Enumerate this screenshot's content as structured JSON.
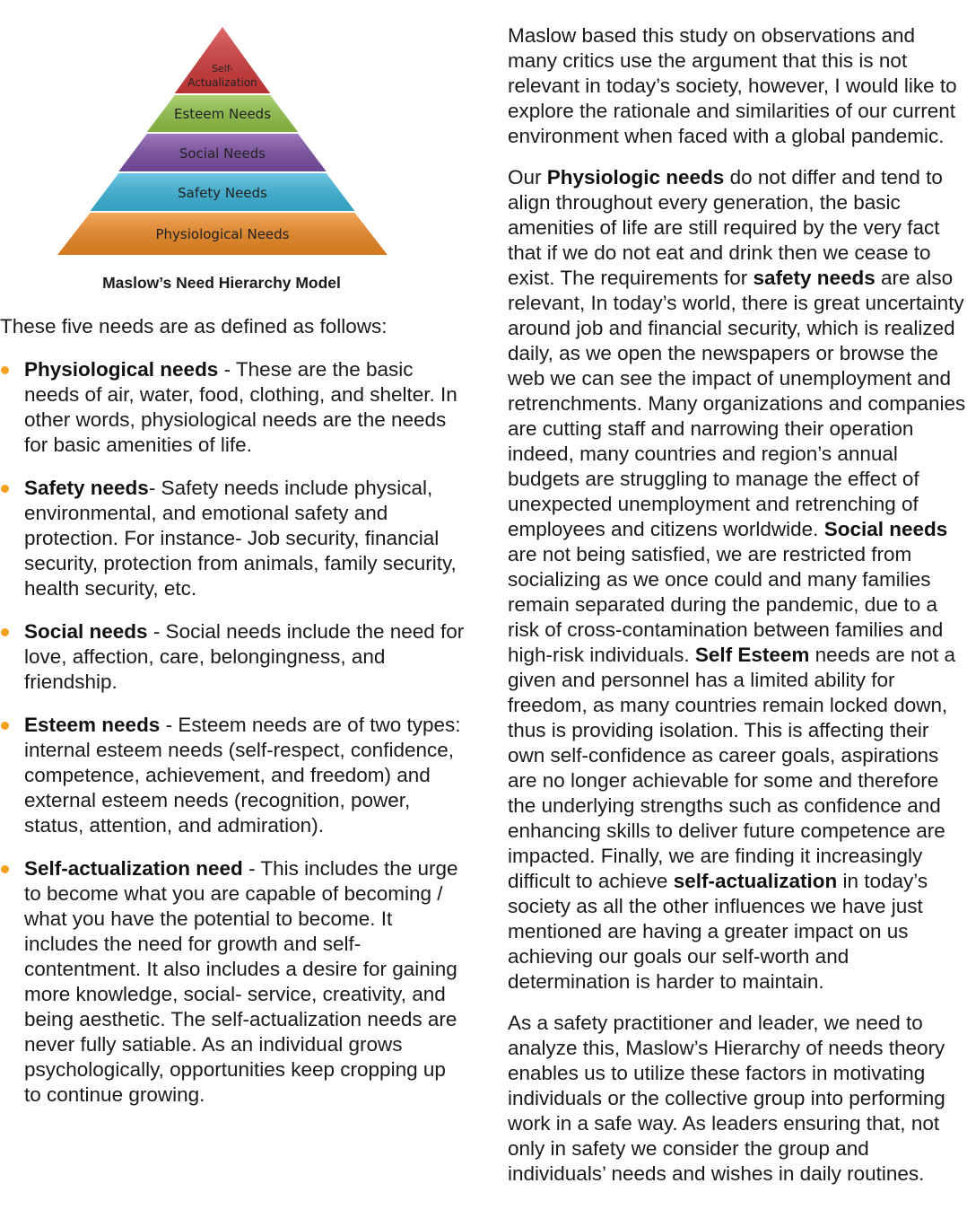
{
  "figure": {
    "caption": "Maslow’s Need Hierarchy Model",
    "pyramid": {
      "levels": [
        {
          "label_line1": "Self-",
          "label_line2": "Actualization",
          "color": "#d23a3a"
        },
        {
          "label": "Esteem Needs",
          "color": "#93c548"
        },
        {
          "label": "Social Needs",
          "color": "#7c4fa6"
        },
        {
          "label": "Safety Needs",
          "color": "#3bb6dc"
        },
        {
          "label": "Physiological Needs",
          "color": "#f08a23"
        }
      ]
    }
  },
  "left": {
    "intro": "These five needs are as defined as follows:",
    "bullet_color": "#f5a01e",
    "items": [
      {
        "term": "Physiological needs",
        "text": " - These are the basic needs of air, water, food, clothing, and shelter. In other words, physiological needs are the needs for basic amenities of life."
      },
      {
        "term": "Safety needs",
        "text": "- Safety needs include physical, environmental, and emotional safety and protection. For instance- Job security, financial security, protection from animals, family security, health security, etc."
      },
      {
        "term": "Social needs",
        "text": " - Social needs include the need for love, affection, care, belongingness, and friendship."
      },
      {
        "term": "Esteem needs",
        "text": " - Esteem needs are of two types: internal esteem needs (self-respect, confidence, competence, achievement, and freedom) and external esteem needs (recognition, power, status, attention, and admiration)."
      },
      {
        "term": "Self-actualization need",
        "text": " - This includes the urge to become what you are capable of becoming / what you have the potential to become. It includes the need for growth and self-contentment. It also includes a desire for gaining more knowledge, social- service, creativity, and being aesthetic. The self-actualization needs are never fully satiable. As an individual grows psychologically, opportunities keep cropping up to continue growing."
      }
    ]
  },
  "right": {
    "p1": "Maslow based this study on observations and many critics use the argument that this is not relevant in today’s society, however, I would like to explore the rationale and similarities of our current environment when faced with a global pandemic.",
    "p2": {
      "s1": "Our ",
      "b1": "Physiologic needs",
      "s2": " do not differ and tend to align throughout every generation, the basic amenities of life are still required by the very fact that if we do not eat and drink then we cease to exist. The requirements for ",
      "b2": "safety needs",
      "s3": " are also relevant, In today’s world, there is great uncertainty around job and financial security, which is realized daily, as we open the newspapers or browse the web we can see the impact of unemployment and retrenchments. Many organizations and companies are cutting staff and narrowing their operation indeed, many countries and region’s annual budgets are struggling to manage the effect of unexpected unemployment and retrenching of employees and citizens worldwide. ",
      "b3": "Social needs",
      "s4": " are not being satisfied, we are restricted from socializing as we once could and many families remain separated during the pandemic, due to a risk of cross-contamination between families and high-risk individuals. ",
      "b4": "Self Esteem",
      "s5": " needs are not a given and personnel has a limited ability for freedom, as many countries remain locked down, thus is providing isolation. This is affecting their own self-confidence as career goals, aspirations are no longer achievable for some and therefore the underlying strengths such as confidence and enhancing skills to deliver future competence are impacted. Finally, we are finding it increasingly difficult to achieve ",
      "b5": "self-actualization",
      "s6": " in today’s society as all the other influences we have just mentioned are having a greater impact on us achieving our goals our self-worth and determination is harder to maintain."
    },
    "p3": "As a safety practitioner and leader, we need to analyze this, Maslow’s Hierarchy of needs theory enables us to utilize these factors in motivating individuals or the collective group into performing work in a safe way. As leaders ensuring that, not only in safety we consider the group and individuals’ needs and wishes in daily routines."
  }
}
